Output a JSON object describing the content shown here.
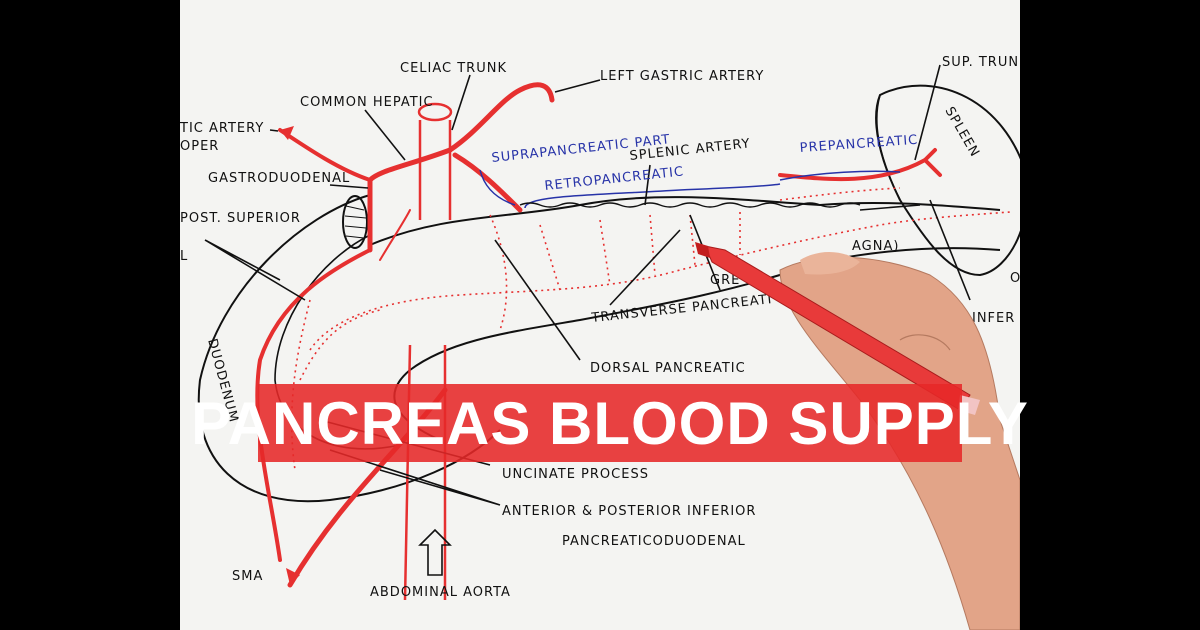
{
  "title": "PANCREAS BLOOD SUPPLY",
  "colors": {
    "artery": "#e63030",
    "ink": "#111111",
    "blue_ink": "#2733a8",
    "banner": "#e62828",
    "paper": "#f4f4f2"
  },
  "labels": {
    "celiac_trunk": "CELIAC TRUNK",
    "left_gastric": "LEFT GASTRIC ARTERY",
    "common_hepatic": "COMMON HEPATIC",
    "hepatic_artery_1": "TIC ARTERY",
    "hepatic_artery_2": "OPER",
    "gastroduodenal": "GASTRODUODENAL",
    "post_superior_1": "POST. SUPERIOR",
    "post_superior_2": "L",
    "suprapancreatic": "SUPRAPANCREATIC PART",
    "retropancreatic": "RETROPANCREATIC",
    "splenic_artery": "SPLENIC ARTERY",
    "prepancreatic": "PREPANCREATIC",
    "sup_trunk": "SUP. TRUN",
    "spleen": "SPLEEN",
    "magna": "AGNA)",
    "o_letter": "O",
    "infer": "INFER",
    "gre": "GRE",
    "transverse_pancreatic": "TRANSVERSE PANCREATI",
    "dorsal_pancreatic": "DORSAL PANCREATIC",
    "duodenum": "DUODENUM",
    "uncinate": "UNCINATE PROCESS",
    "ant_post_inferior": "ANTERIOR & POSTERIOR INFERIOR",
    "pancreaticoduodenal": "PANCREATICODUODENAL",
    "sma": "SMA",
    "abdominal_aorta": "ABDOMINAL AORTA"
  }
}
